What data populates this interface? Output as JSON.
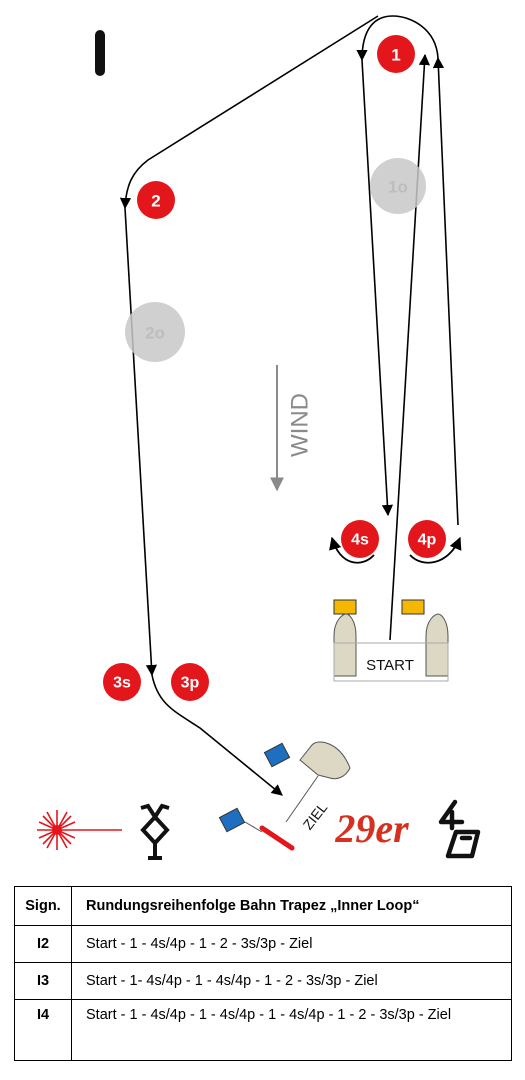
{
  "course": {
    "marks": [
      {
        "id": "1",
        "label": "1"
      },
      {
        "id": "2",
        "label": "2"
      },
      {
        "id": "3s",
        "label": "3s"
      },
      {
        "id": "3p",
        "label": "3p"
      },
      {
        "id": "4s",
        "label": "4s"
      },
      {
        "id": "4p",
        "label": "4p"
      }
    ],
    "ghost_marks": [
      {
        "id": "1o",
        "label": "1o"
      },
      {
        "id": "2o",
        "label": "2o"
      }
    ],
    "wind_label": "WIND",
    "start_label": "START",
    "finish_label": "ZIEL",
    "class_label": "29er",
    "colors": {
      "mark_red": "#e3161b",
      "ghost_gray": "#c8c8c8",
      "flag_yellow": "#f5b800",
      "flag_blue": "#1f6fc0",
      "finish_red": "#e3161b",
      "boat_beige": "#dcd8c4",
      "laser_red": "#e3161b"
    },
    "icons": [
      "black-flag-icon",
      "laser-class-icon",
      "finish-flag-icon",
      "29er-class-icon",
      "420-class-icon"
    ]
  },
  "table": {
    "headers": [
      "Sign.",
      "Rundungsreihenfolge Bahn Trapez „Inner Loop“"
    ],
    "rows": [
      {
        "sign": "I2",
        "sequence": "Start - 1 - 4s/4p - 1 - 2 - 3s/3p - Ziel"
      },
      {
        "sign": "I3",
        "sequence": "Start - 1- 4s/4p - 1 - 4s/4p - 1 - 2 - 3s/3p - Ziel"
      },
      {
        "sign": "I4",
        "sequence": "Start - 1 - 4s/4p - 1 - 4s/4p - 1 - 4s/4p - 1 - 2 - 3s/3p - Ziel"
      }
    ]
  }
}
